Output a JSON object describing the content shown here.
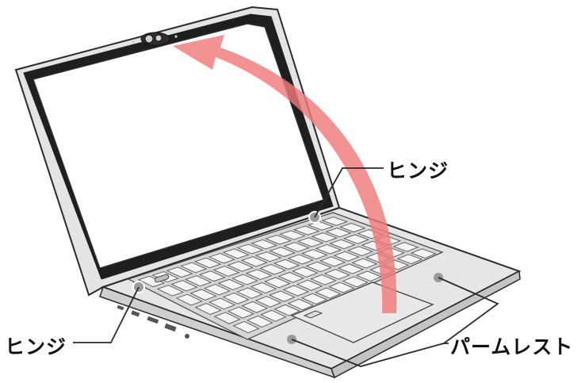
{
  "labels": {
    "hinge_top": "ヒンジ",
    "hinge_bottom": "ヒンジ",
    "palm_rest": "パームレスト"
  },
  "colors": {
    "arrow": "#f07a7a",
    "outline": "#2a2a2a",
    "body": "#e6e6e6",
    "screen": "#ffffff",
    "key": "#f4f4f4",
    "marker": "#9a9a9a"
  },
  "icons": [
    "laptop-illustration",
    "opening-arrow-icon",
    "camera-icon",
    "hinge-marker",
    "palm-rest-marker"
  ]
}
